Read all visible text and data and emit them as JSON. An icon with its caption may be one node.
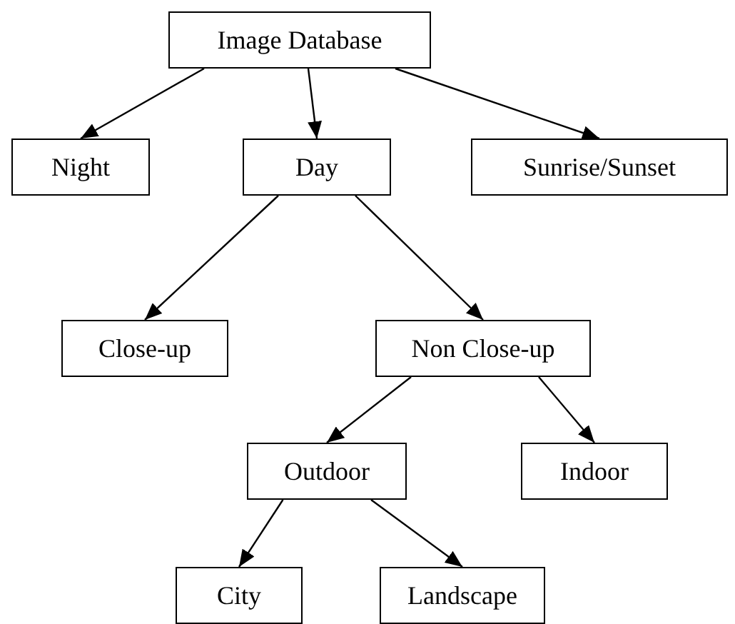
{
  "diagram": {
    "nodes": [
      {
        "text": [
          "Image Database"
        ]
      },
      {
        "text": [
          "Night"
        ]
      },
      {
        "text": [
          "Day"
        ]
      },
      {
        "text": [
          "Sunrise/Sunset"
        ]
      },
      {
        "text": [
          "Close-up"
        ]
      },
      {
        "text": [
          "Non Close-up"
        ]
      },
      {
        "text": [
          "Outdoor"
        ]
      },
      {
        "text": [
          "Indoor"
        ]
      },
      {
        "text": [
          "City"
        ]
      },
      {
        "text": [
          "Landscape"
        ]
      }
    ],
    "edges": [
      {
        "from": 0,
        "to": 1,
        "arrow": "to"
      },
      {
        "from": 0,
        "to": 2,
        "arrow": "to"
      },
      {
        "from": 0,
        "to": 3,
        "arrow": "to"
      },
      {
        "from": 2,
        "to": 4,
        "arrow": "to"
      },
      {
        "from": 2,
        "to": 5,
        "arrow": "to"
      },
      {
        "from": 5,
        "to": 6,
        "arrow": "to"
      },
      {
        "from": 5,
        "to": 7,
        "arrow": "to"
      },
      {
        "from": 6,
        "to": 8,
        "arrow": "to"
      },
      {
        "from": 6,
        "to": 9,
        "arrow": "to"
      }
    ]
  }
}
